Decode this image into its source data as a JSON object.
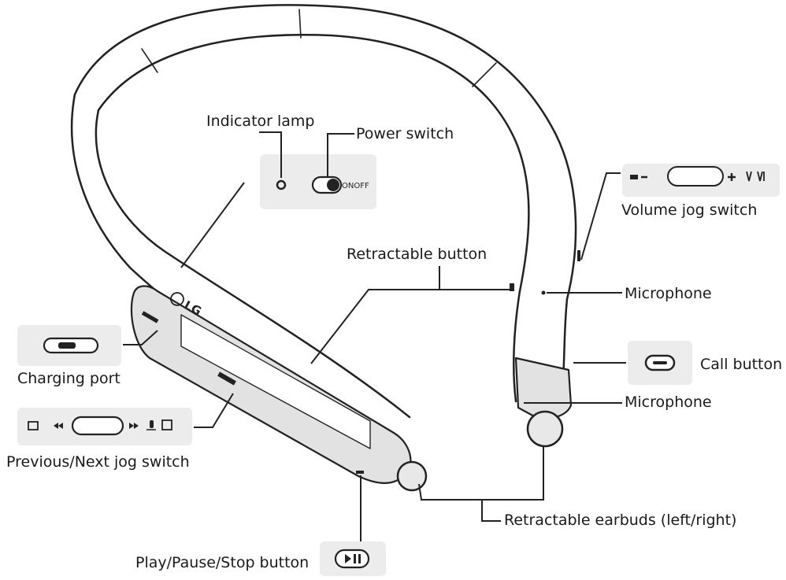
{
  "labels": {
    "indicator_lamp": "Indicator lamp",
    "power_switch": "Power switch",
    "volume_jog_switch": "Volume jog switch",
    "retractable_button": "Retractable button",
    "microphone_top": "Microphone",
    "call_button": "Call button",
    "microphone_bottom": "Microphone",
    "charging_port": "Charging port",
    "prev_next_jog_switch": "Previous/Next jog switch",
    "retractable_earbuds": "Retractable earbuds (left/right)",
    "play_pause_stop": "Play/Pause/Stop button"
  },
  "insets": {
    "power_switch_text": "ONOFF",
    "brand_logo": "LG"
  },
  "colors": {
    "outline": "#222222",
    "inset_bg": "#ececec",
    "shade": "#e2e2e2",
    "text": "#1a1a1a"
  }
}
